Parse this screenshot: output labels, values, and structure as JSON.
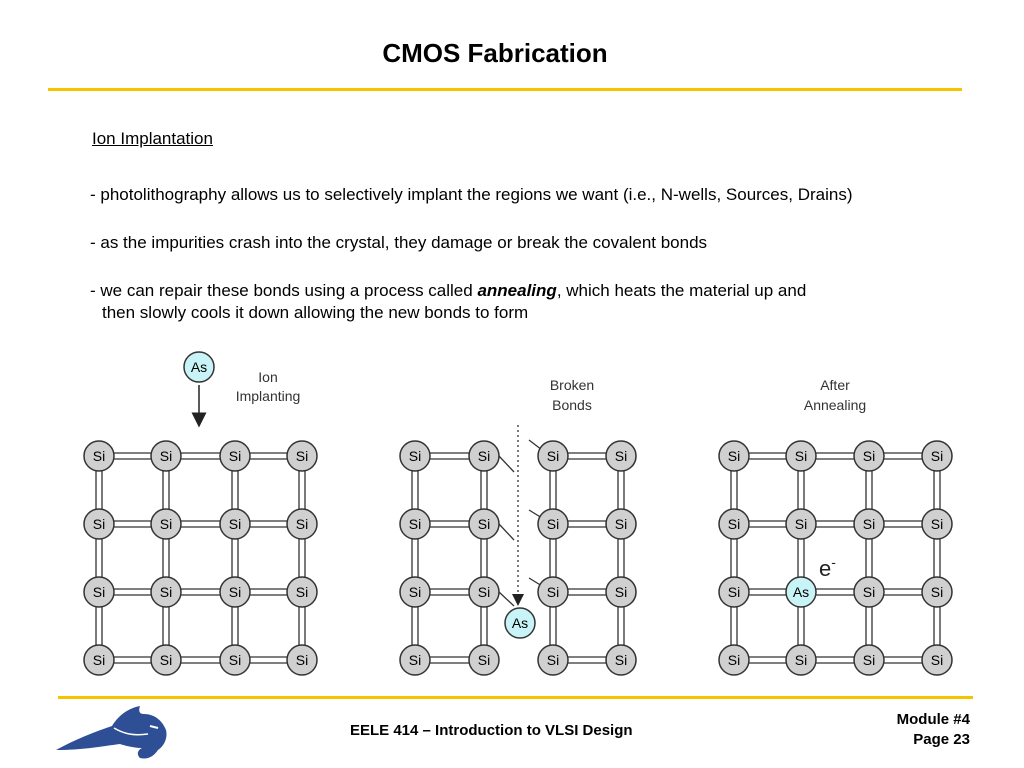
{
  "slide": {
    "title": "CMOS Fabrication",
    "subheading": "Ion Implantation",
    "bullets": {
      "b1": "- photolithography allows us to selectively implant the regions we want (i.e., N-wells, Sources, Drains)",
      "b2": "- as the impurities crash into the crystal, they damage or break the covalent bonds",
      "b3_pre": "- we can repair these bonds using a process called ",
      "b3_em": "annealing",
      "b3_post": ", which heats the material up and",
      "b3_line2": "then slowly cools it down allowing the new bonds to form"
    }
  },
  "diagrams": {
    "panel1_label_line1": "Ion",
    "panel1_label_line2": "Implanting",
    "panel2_label_line1": "Broken",
    "panel2_label_line2": "Bonds",
    "panel3_label_line1": "After",
    "panel3_label_line2": "Annealing",
    "si_atom": "Si",
    "as_atom": "As",
    "electron": "e",
    "electron_sup": "-",
    "colors": {
      "si_fill": "#d0d0d0",
      "as_fill": "#c8f4f8",
      "stroke": "#333333"
    }
  },
  "footer": {
    "course": "EELE 414 – Introduction to VLSI Design",
    "module": "Module #4",
    "page": "Page 23"
  },
  "colors": {
    "accent_rule": "#f5c400",
    "logo": "#2e4f95"
  }
}
